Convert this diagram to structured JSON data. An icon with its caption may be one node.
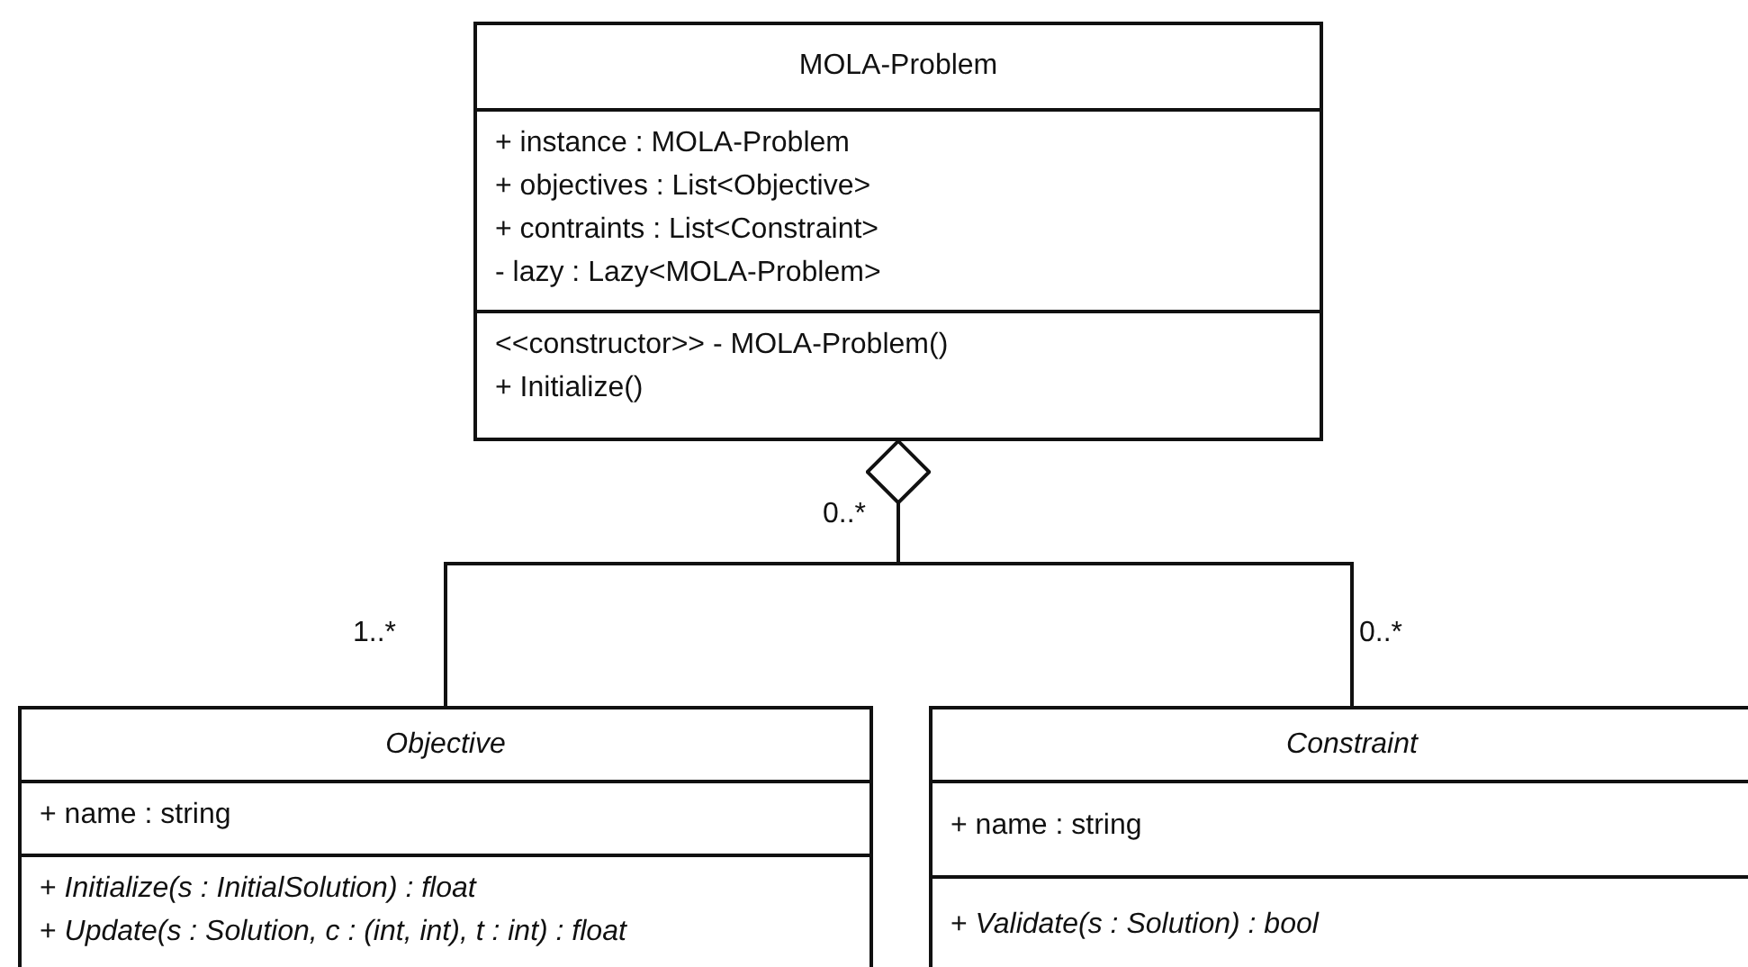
{
  "diagram": {
    "nodes": [
      {
        "text": [
          "MOLA-Problem"
        ]
      },
      {
        "text": [
          "+ instance : MOLA-Problem",
          "+ objectives : List<Objective>",
          "+ contraints : List<Constraint>",
          "- lazy : Lazy<MOLA-Problem>"
        ],
        "in": 0
      },
      {
        "text": [
          "<<constructor>> - MOLA-Problem()",
          "+ Initialize()"
        ],
        "in": 0
      },
      {
        "text": [
          "Objective"
        ]
      },
      {
        "text": [
          "+ name : string"
        ],
        "in": 3
      },
      {
        "text": [
          "+ *Initialize(s : InitialSolution) : float*",
          "+ *Update(s : Solution, c : (int, int), t : int) : float*"
        ],
        "in": 3
      },
      {
        "text": [
          "Constraint"
        ]
      },
      {
        "text": [
          "+ name : string"
        ],
        "in": 6
      },
      {
        "text": [
          "+ *Validate(s : Solution) : bool*"
        ],
        "in": 6
      }
    ],
    "edges": [
      {
        "from": 0,
        "to": 3,
        "arrow": "other"
      },
      {
        "from": 0,
        "to": 6,
        "arrow": "other"
      }
    ],
    "labels": [
      "0..*",
      "1..*",
      "0..*"
    ]
  }
}
